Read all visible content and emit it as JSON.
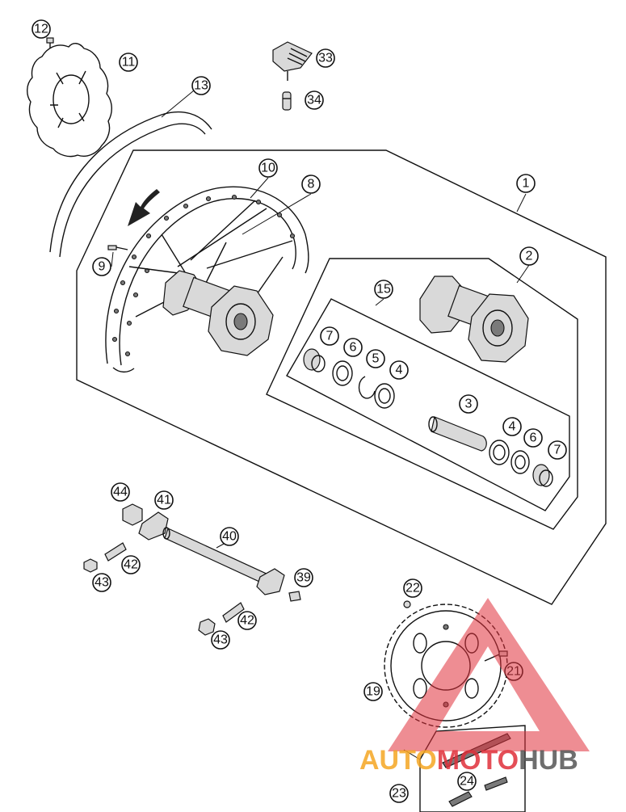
{
  "callouts": [
    "1",
    "2",
    "3",
    "4",
    "4",
    "5",
    "6",
    "6",
    "7",
    "7",
    "8",
    "9",
    "10",
    "11",
    "12",
    "13",
    "15",
    "19",
    "21",
    "22",
    "23",
    "24",
    "33",
    "34",
    "39",
    "40",
    "41",
    "42",
    "42",
    "43",
    "43",
    "44"
  ],
  "watermark": {
    "part1": "AUTO",
    "part2": "MOTO",
    "part3": "HUB",
    "color_orange": "#f5a623",
    "color_red": "#e0303a",
    "color_gray": "#555555"
  }
}
